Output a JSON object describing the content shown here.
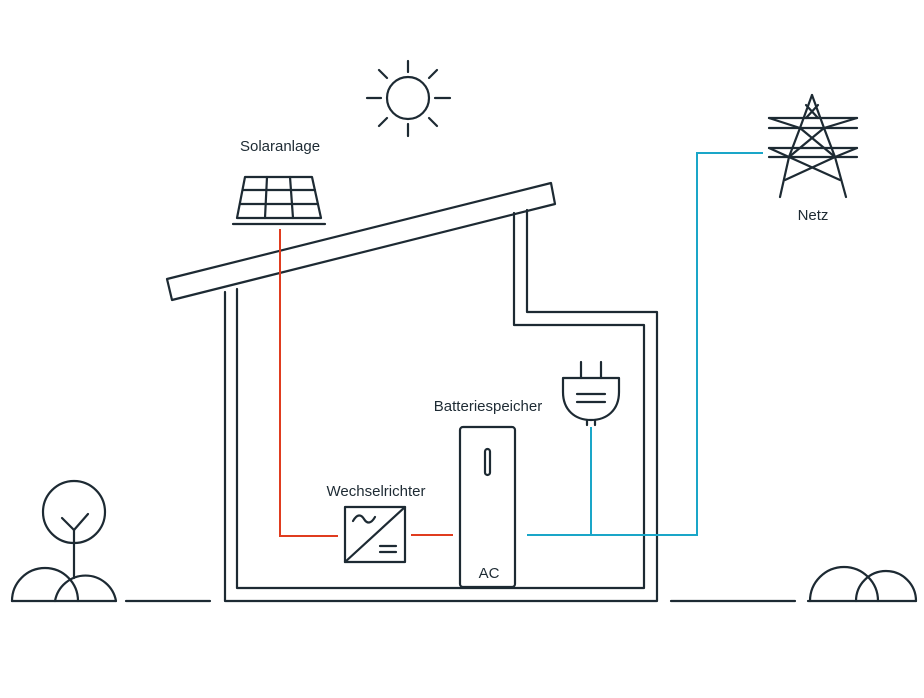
{
  "labels": {
    "solar": "Solaranlage",
    "grid": "Netz",
    "battery": "Batteriespeicher",
    "inverter": "Wechselrichter",
    "battery_ac": "AC"
  },
  "colors": {
    "line": "#1d2a33",
    "dc_line": "#e03c1f",
    "ac_line": "#1aa6c8",
    "background": "#ffffff"
  },
  "icons": [
    "sun-icon",
    "solar-panel-icon",
    "power-pylon-icon",
    "plug-icon",
    "inverter-icon",
    "battery-icon",
    "tree-icon",
    "bush-icon"
  ]
}
